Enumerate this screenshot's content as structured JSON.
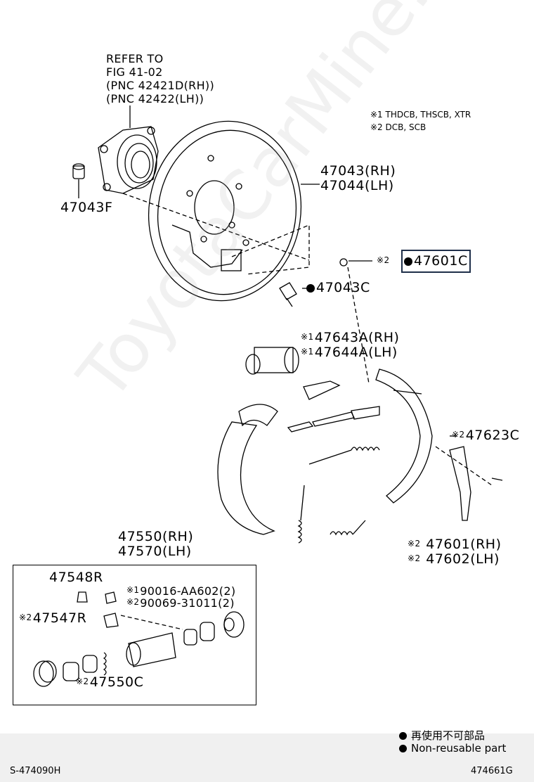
{
  "refer": {
    "line1": "REFER TO",
    "line2": "FIG 41-02",
    "line3": "(PNC 42421D(RH))",
    "line4": "(PNC 42422(LH))"
  },
  "notes": {
    "note1_mark": "※1",
    "note1_text": "THDCB, THSCB, XTR",
    "note2_mark": "※2",
    "note2_text": "DCB, SCB"
  },
  "parts": {
    "p47043F": "47043F",
    "p47043_rh": "47043(RH)",
    "p47044_lh": "47044(LH)",
    "p47601C_mark": "※2",
    "p47601C": "47601C",
    "p47043C": "47043C",
    "p47643A_mark": "※1",
    "p47643A": "47643A(RH)",
    "p47644A_mark": "※1",
    "p47644A": "47644A(LH)",
    "p47623C_mark": "※2",
    "p47623C": "47623C",
    "p47601_mark": "※2",
    "p47601": "47601(RH)",
    "p47602_mark": "※2",
    "p47602": "47602(LH)",
    "p47550_rh": "47550(RH)",
    "p47570_lh": "47570(LH)",
    "p47548R": "47548R",
    "p90016_mark": "※1",
    "p90016": "90016-AA602(2)",
    "p90069_mark": "※2",
    "p90069": "90069-31011(2)",
    "p47547R_mark": "※2",
    "p47547R": "47547R",
    "p47550C_mark": "※2",
    "p47550C": "47550C"
  },
  "legend": {
    "jp": "再使用不可部品",
    "en": "Non-reusable part"
  },
  "footer": {
    "left": "S-474090H",
    "right": "474661G"
  },
  "watermark": "ToyotaCarMine.ru"
}
